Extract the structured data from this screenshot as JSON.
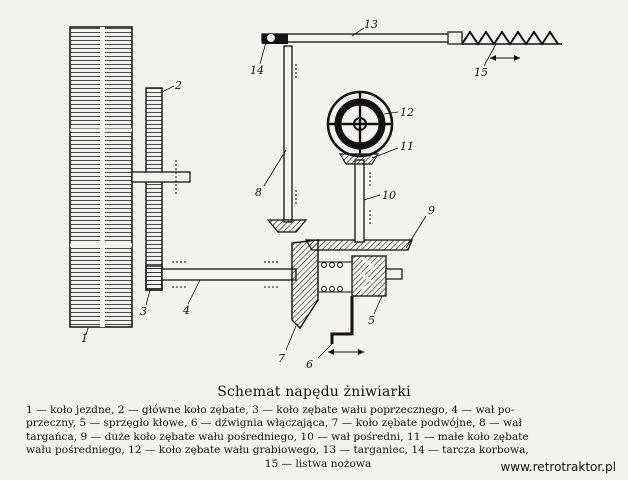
{
  "title": "Schemat napędu żniwiarki",
  "part_numbers": [
    "1",
    "2",
    "3",
    "4",
    "5",
    "6",
    "7",
    "8",
    "9",
    "10",
    "11",
    "12",
    "13",
    "14",
    "15"
  ],
  "legend_lines": [
    "1 — koło jezdne, 2 — główne koło zębate, 3 — koło zębate wału poprzecznego, 4 — wał po-",
    "przeczny, 5 — sprzęgło kłowe, 6 — dźwignia włączająca, 7 — koło zębate podwójne, 8 — wał",
    "targańca, 9 — duże koło zębate wału pośredniego, 10 — wał pośredni, 11 — małe koło zębate",
    "wału pośredniego, 12 — koło zębate wału grabiowego, 13 — targaniec, 14 — tarcza korbowa,",
    "15 — listwa nożowa"
  ],
  "watermark": "www.retrotraktor.pl",
  "colors": {
    "ink": "#111111",
    "paper": "#f4f2ee"
  }
}
